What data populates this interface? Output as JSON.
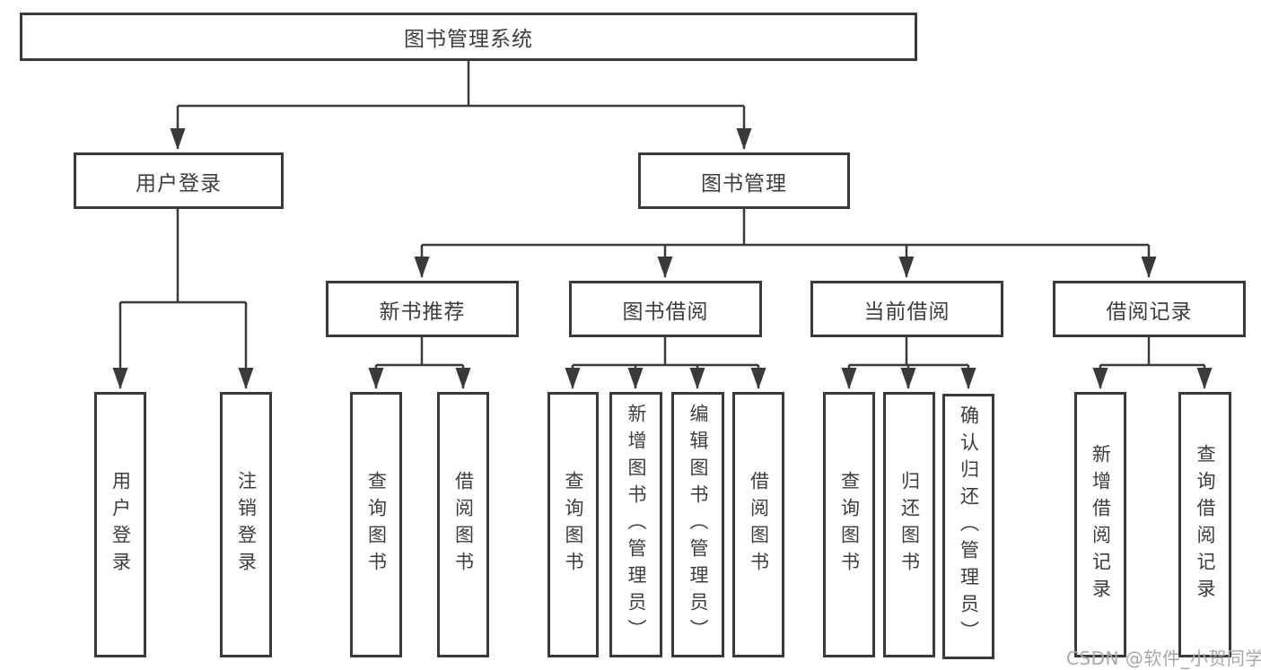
{
  "root": {
    "label": "图书管理系统"
  },
  "level2": [
    {
      "id": "user-login",
      "label": "用户登录"
    },
    {
      "id": "book-management",
      "label": "图书管理"
    }
  ],
  "level3": [
    {
      "id": "new-book-recommend",
      "label": "新书推荐"
    },
    {
      "id": "book-borrow",
      "label": "图书借阅"
    },
    {
      "id": "current-borrow",
      "label": "当前借阅"
    },
    {
      "id": "borrow-records",
      "label": "借阅记录"
    }
  ],
  "leaves": [
    {
      "id": "user-login-leaf",
      "label": "用户登录",
      "parent": "用户登录"
    },
    {
      "id": "logout",
      "label": "注销登录",
      "parent": "用户登录"
    },
    {
      "id": "query-books-recommend",
      "label": "查询图书",
      "parent": "新书推荐"
    },
    {
      "id": "borrow-books-recommend",
      "label": "借阅图书",
      "parent": "新书推荐"
    },
    {
      "id": "query-books-borrow",
      "label": "查询图书",
      "parent": "图书借阅"
    },
    {
      "id": "add-books-admin",
      "label": "新增图书（管理员）",
      "parent": "图书借阅"
    },
    {
      "id": "edit-books-admin",
      "label": "编辑图书（管理员）",
      "parent": "图书借阅"
    },
    {
      "id": "borrow-books",
      "label": "借阅图书",
      "parent": "图书借阅"
    },
    {
      "id": "query-books-current",
      "label": "查询图书",
      "parent": "当前借阅"
    },
    {
      "id": "return-books",
      "label": "归还图书",
      "parent": "当前借阅"
    },
    {
      "id": "confirm-return-admin",
      "label": "确认归还（管理员）",
      "parent": "当前借阅"
    },
    {
      "id": "add-borrow-record",
      "label": "新增借阅记录",
      "parent": "借阅记录"
    },
    {
      "id": "query-borrow-record",
      "label": "查询借阅记录",
      "parent": "借阅记录"
    }
  ],
  "watermark": {
    "text": "CSDN @软件_小贺同学"
  },
  "colors": {
    "line": "#3a3a3a",
    "text": "#3d3d3d",
    "box_background": "#ffffff",
    "watermark": "#a8a8a8",
    "page_background": "#ffffff"
  }
}
